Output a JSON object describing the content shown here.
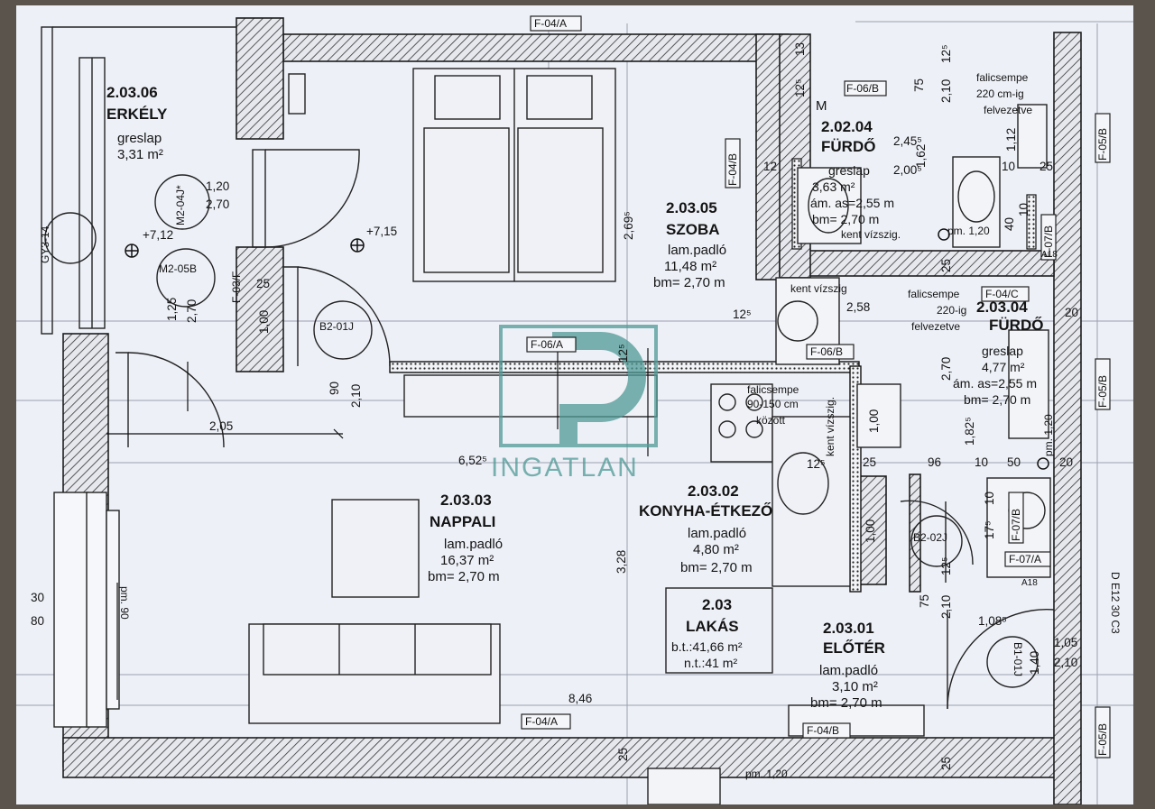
{
  "rooms": {
    "erkely": {
      "id": "2.03.06",
      "name": "ERKÉLY",
      "floor": "greslap",
      "area": "3,31 m²"
    },
    "szoba": {
      "id": "2.03.05",
      "name": "SZOBA",
      "floor": "lam.padló",
      "area": "11,48 m²",
      "height": "bm= 2,70 m"
    },
    "furdo1": {
      "id": "2.02.04",
      "name": "FÜRDŐ",
      "floor": "greslap",
      "area": "3,63 m²",
      "height_as": "ám. as=2,55 m",
      "height": "bm= 2,70 m",
      "prefix": "M"
    },
    "furdo2": {
      "id": "2.03.04",
      "name": "FÜRDŐ",
      "floor": "greslap",
      "area": "4,77 m²",
      "height_as": "ám. as=2,55 m",
      "height": "bm= 2,70 m"
    },
    "nappali": {
      "id": "2.03.03",
      "name": "NAPPALI",
      "floor": "lam.padló",
      "area": "16,37 m²",
      "height": "bm= 2,70 m"
    },
    "konyha": {
      "id": "2.03.02",
      "name": "KONYHA-ÉTKEZŐ",
      "floor": "lam.padló",
      "area": "4,80 m²",
      "height": "bm= 2,70 m"
    },
    "eloter": {
      "id": "2.03.01",
      "name": "ELŐTÉR",
      "floor": "lam.padló",
      "area": "3,10 m²",
      "height": "bm= 2,70 m"
    }
  },
  "apartment": {
    "id": "2.03",
    "name": "LAKÁS",
    "gross": "b.t.:41,66 m²",
    "net": "n.t.:41 m²"
  },
  "watermark": {
    "letter": "P",
    "text": "INGATLAN",
    "color": "#4f9a96"
  },
  "notes": {
    "falicsempe_220_a": "falicsempe",
    "falicsempe_220_b": "220 cm-ig",
    "falicsempe_220_c": "felvezetve",
    "falicsempe2_a": "falicsempe",
    "falicsempe2_b": "220-ig",
    "falicsempe2_c": "felvezetve",
    "falicsempe3_a": "falicsempe",
    "falicsempe3_b": "90-150 cm",
    "falicsempe3_c": "között",
    "kent1": "kent vízszig.",
    "kent2": "kent vízszig",
    "kent3": "kent vízszig.",
    "pm1": "pm. 1,20",
    "pm2": "pm. 1,20",
    "pm3": "pm. 1,20",
    "pm4": "pm. 90"
  },
  "tags": {
    "f04a_top": "F-04/A",
    "f06b": "F-06/B",
    "f05b_top": "F-05/B",
    "f04b_left": "F-04/B",
    "f07b_top": "F-07/B",
    "a18_top": "A18",
    "f04c": "F-04/C",
    "f06b_2": "F-06/B",
    "f06a": "F-06/A",
    "f05b_mid": "F-05/B",
    "f07b_low": "F-07/B",
    "f07a": "F-07/A",
    "a18": "A18",
    "f04a_bottom": "F-04/A",
    "f04b_bottom": "F-04/B",
    "f05b_bottom": "F-05/B",
    "gy314": "GY3-14",
    "m204j": "M2-04J*",
    "m205b": "M2-05B",
    "b201j": "B2-01J",
    "b202j": "B2-02J",
    "b101j": "B1-01J",
    "f03f": "F-03/F",
    "d_e12": "D E12 30 C3"
  },
  "levels": {
    "balcony": "+7,12",
    "room": "+7,15"
  },
  "dims": {
    "d13": "13",
    "d12_5a": "12⁵",
    "d75a": "75",
    "d2_10a": "2,10",
    "d12_5b": "12⁵",
    "d1_12": "1,12",
    "d2_45": "2,45⁵",
    "d12a": "12",
    "d1_62": "1,62",
    "d2_00": "2,00⁵",
    "d10a": "10",
    "d25a": "25",
    "d40": "40",
    "d10b": "10",
    "d25b": "25",
    "d2_69": "2,69⁵",
    "d1_20": "1,20",
    "d2_70a": "2,70",
    "d1_25": "1,25",
    "d2_70b": "2,70",
    "d1_00a": "1,00",
    "d25c": "25",
    "d12_5c": "12⁵",
    "d2_58": "2,58",
    "d12_5d": "12⁵",
    "d20a": "20",
    "d2_70c": "2,70",
    "d90": "90",
    "d2_10b": "2,10",
    "d2_05": "2,05",
    "d6_52": "6,52⁵",
    "d1_00b": "1,00",
    "d12_5e": "12⁵",
    "d25d": "25",
    "d96": "96",
    "d10c": "10",
    "d50": "50",
    "d20b": "20",
    "d1_82": "1,82⁵",
    "d1_20b": "1,20",
    "d10d": "10",
    "d17_5": "17⁵",
    "d1_00c": "1,00",
    "d3_28": "3,28",
    "d75b": "75",
    "d2_10c": "2,10",
    "d12_5f": "12⁵",
    "d1_08": "1,08⁵",
    "d1_05": "1,05",
    "d2_10d": "2,10",
    "d1_40": "1,40",
    "d30": "30",
    "d80": "80",
    "d8_46": "8,46",
    "d25e": "25",
    "d25f": "25"
  },
  "icons": [
    "level-marker-icon",
    "door-swing-icon",
    "washbasin-icon",
    "toilet-icon",
    "shower-icon",
    "stove-icon",
    "sink-icon",
    "bed-icon",
    "sofa-icon",
    "table-icon"
  ]
}
